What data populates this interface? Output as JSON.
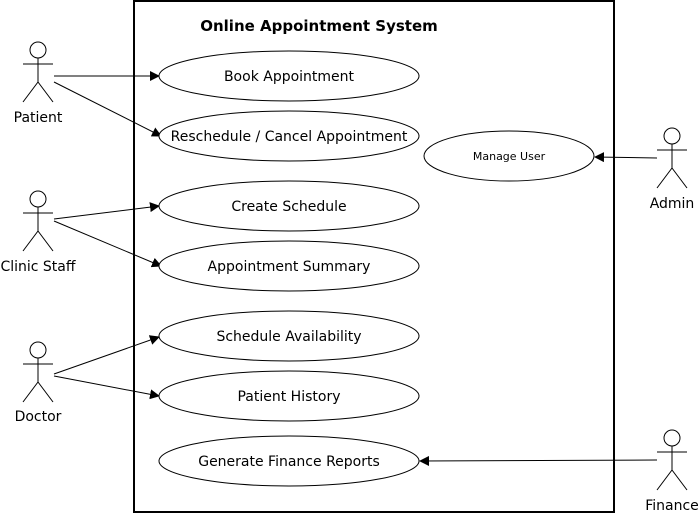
{
  "system": {
    "title": "Online Appointment System"
  },
  "actors": {
    "patient": "Patient",
    "clinic_staff": "Clinic Staff",
    "doctor": "Doctor",
    "admin": "Admin",
    "finance": "Finance"
  },
  "use_cases": {
    "book_appointment": "Book Appointment",
    "reschedule_cancel": "Reschedule / Cancel Appointment",
    "manage_user": "Manage User",
    "create_schedule": "Create Schedule",
    "appointment_summary": "Appointment Summary",
    "schedule_availability": "Schedule Availability",
    "patient_history": "Patient History",
    "generate_finance_reports": "Generate Finance Reports"
  }
}
